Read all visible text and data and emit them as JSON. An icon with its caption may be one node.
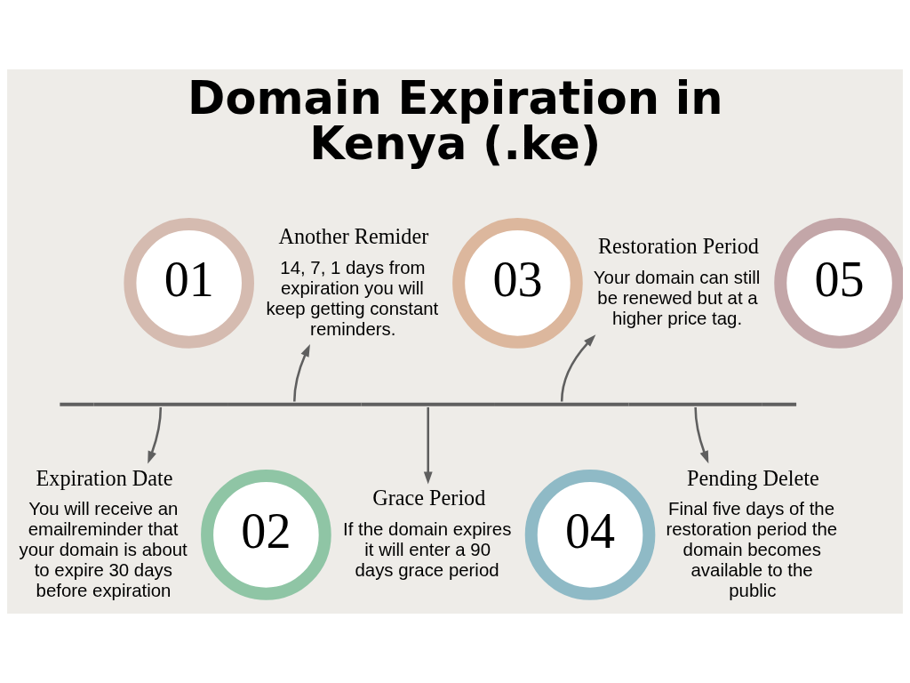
{
  "diagram": {
    "title": "Domain Expiration in Kenya (.ke)",
    "nodes": [
      {
        "text": [
          "01"
        ]
      },
      {
        "text": [
          "Expiration Date",
          "You will receive an emailreminder that your domain is about to expire 30 days before expiration"
        ]
      },
      {
        "text": [
          "02"
        ]
      },
      {
        "text": [
          "Another Remider",
          "14, 7, 1 days from expiration you will keep getting constant reminders."
        ]
      },
      {
        "text": [
          "03"
        ]
      },
      {
        "text": [
          "Grace Period",
          "If the domain expires it will enter a 90 days grace period"
        ]
      },
      {
        "text": [
          "04"
        ]
      },
      {
        "text": [
          "Restoration Period",
          "Your domain can still be renewed but at a higher price tag."
        ]
      },
      {
        "text": [
          "05"
        ]
      },
      {
        "text": [
          "Pending Delete",
          "Final five days of the restoration period the domain becomes available to the public"
        ]
      },
      {
        "text": [],
        "shape": "bar"
      }
    ],
    "edges": [
      {
        "from": 10,
        "to": 1,
        "arrow": "to"
      },
      {
        "from": 10,
        "to": 3,
        "arrow": "to"
      },
      {
        "from": 10,
        "to": 5,
        "arrow": "to"
      },
      {
        "from": 10,
        "to": 7,
        "arrow": "to"
      },
      {
        "from": 10,
        "to": 9,
        "arrow": "to"
      }
    ]
  }
}
